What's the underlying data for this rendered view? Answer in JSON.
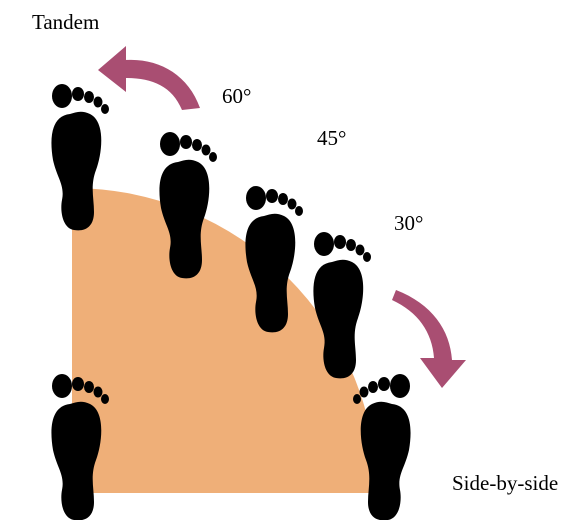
{
  "labels": {
    "tandem": "Tandem",
    "side_by_side": "Side-by-side",
    "angle_60": "60°",
    "angle_45": "45°",
    "angle_30": "30°"
  },
  "colors": {
    "sector_fill": "#EFAF78",
    "footprint": "#000000",
    "arrow": "#A94E72"
  },
  "icons": {
    "footprint": "footprint-icon",
    "arrow": "curved-arrow-icon"
  }
}
